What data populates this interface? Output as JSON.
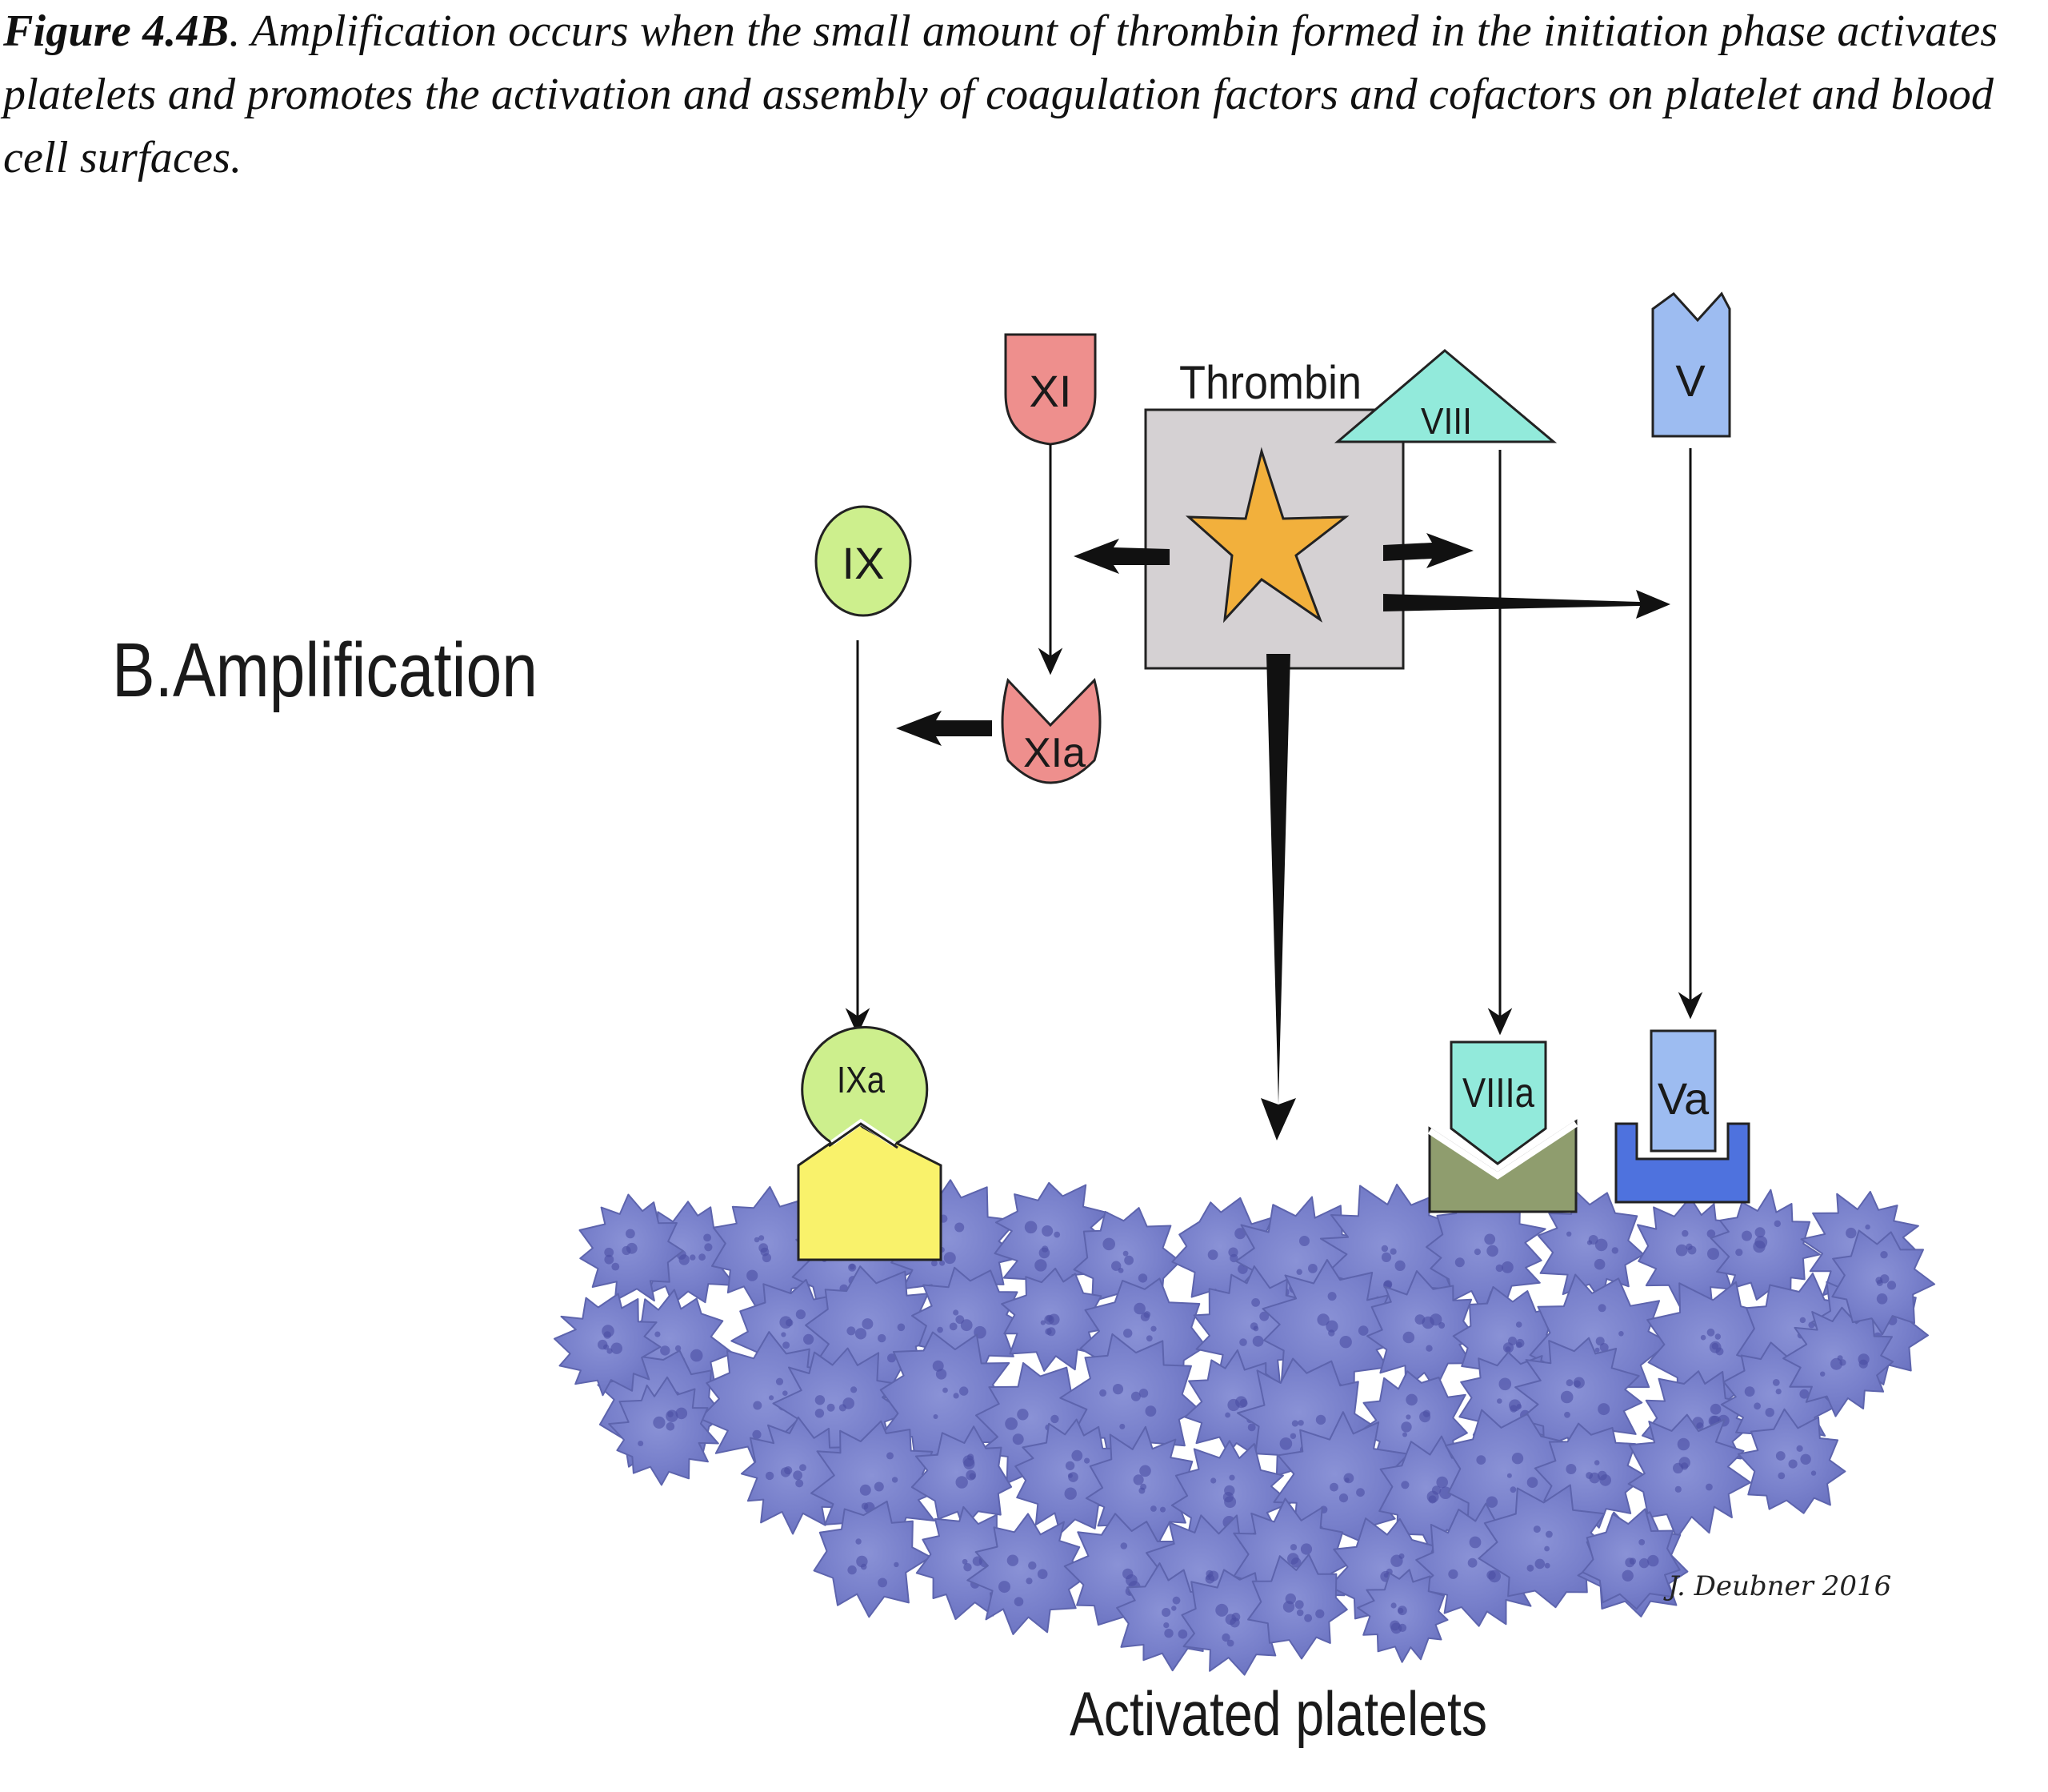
{
  "caption": {
    "figure_label": "Figure 4.4B",
    "text": ". Amplification occurs when the small amount of thrombin formed in the initiation phase activates platelets and promotes the activation and assembly of coagulation factors and cofactors on platelet and blood cell surfaces."
  },
  "diagram": {
    "phase_title": "B.Amplification",
    "thrombin_label": "Thrombin",
    "factors": {
      "xi": "XI",
      "xia": "XIa",
      "ix": "IX",
      "ixa": "IXa",
      "viii": "VIII",
      "viiia": "VIIIa",
      "v": "V",
      "va": "Va"
    },
    "platelets_label": "Activated platelets",
    "signature": "J. Deubner 2016"
  },
  "colors": {
    "thrombin_box": "#d5d1d3",
    "star": "#f2b03c",
    "xi": "#ee8f8d",
    "ix": "#cdef8d",
    "viii": "#92eadb",
    "v": "#9dbcf1",
    "ixa_receptor": "#f9f26b",
    "viiia_receptor": "#8f9d6e",
    "va_receptor": "#4e72de",
    "platelet": "#7d86cf"
  }
}
